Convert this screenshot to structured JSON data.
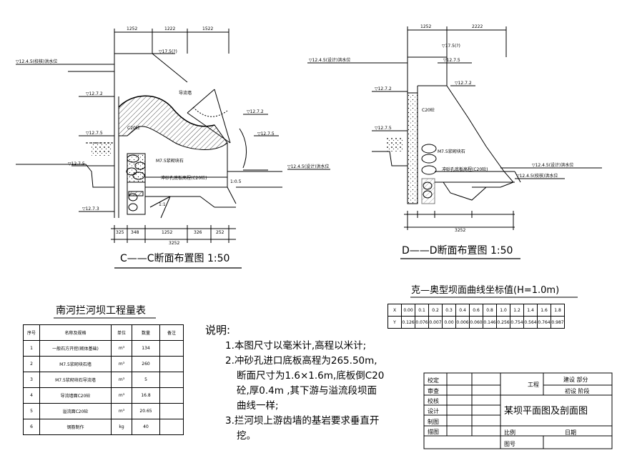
{
  "section_cc": {
    "title": "C——C断面布置图 1:50",
    "dims_top": [
      "1252",
      "1222",
      "1522"
    ],
    "dims_bottom": [
      "325",
      "348",
      "1252",
      "326",
      "252"
    ],
    "dim_total": "3252",
    "labels": {
      "elev_left_top": "▽12.4.5(校核)洪水位",
      "elev_top": "▽17.5(?)",
      "elev_a": "▽12.7.2",
      "elev_b": "▽12.7.5",
      "elev_c": "▽12.7.5",
      "elev_d": "▽12.7.2",
      "elev_e": "▽12.7.5",
      "elev_right": "▽12.4.5(设计)洪水位",
      "elev_bottom": "▽12.7.3",
      "c20": "C20砼",
      "arc": "导流墙",
      "m75": "M7.5浆砌块石",
      "sand": "冲砂孔底板高程(C20砼)",
      "slope1": "1:1",
      "slope2": "1:0.5"
    }
  },
  "section_dd": {
    "title": "D——D断面布置图 1:50",
    "dims_top": [
      "1252",
      "2222"
    ],
    "dim_total": "3252",
    "labels": {
      "elev_left_top": "▽12.4.5(设计)洪水位",
      "elev_top": "▽17.5(?)",
      "elev_a": "▽12.7.2",
      "elev_b": "▽12.7.5",
      "elev_c": "▽12.7.5",
      "elev_d": "▽12.7.2",
      "elev_right": "▽12.4.5(设计)洪水位",
      "elev_right2": "▽12.4.5(校核)洪水位",
      "c20": "C20砼",
      "m75": "M7.5浆砌块石",
      "sand": "冲砂孔底板高程(C20砼)"
    }
  },
  "coord_table": {
    "title": "克—奥型坝面曲线坐标值(H=1.0m)",
    "x_label": "X",
    "y_label": "Y",
    "x": [
      "0.00",
      "0.1",
      "0.2",
      "0.3",
      "0.4",
      "0.6",
      "0.8",
      "1.0",
      "1.2",
      "1.4",
      "1.6",
      "1.8"
    ],
    "y": [
      "0.126",
      "0.076",
      "0.007",
      "0.00",
      "0.006",
      "0.060",
      "0.146",
      "0.256",
      "0.754",
      "0.564",
      "0.764",
      "0.987"
    ]
  },
  "quantity_table": {
    "title": "南河拦河坝工程量表",
    "headers": [
      "序号",
      "名称及规格",
      "单位",
      "数量",
      "备注"
    ],
    "rows": [
      [
        "1",
        "一般石方开挖(砌体基础)",
        "m³",
        "134",
        ""
      ],
      [
        "2",
        "M7.5浆砌块石墙",
        "m³",
        "260",
        ""
      ],
      [
        "3",
        "M7.5浆砌块石导流墙",
        "m³",
        "5",
        ""
      ],
      [
        "4",
        "导流墙面C20砼",
        "m³",
        "16.8",
        ""
      ],
      [
        "5",
        "溢流面C20砼",
        "m³",
        "20.65",
        ""
      ],
      [
        "6",
        "钢筋制作",
        "kg",
        "40",
        ""
      ]
    ]
  },
  "notes": {
    "heading": "说明:",
    "items": [
      "1.本图尺寸以毫米计,高程以米计;",
      "2.冲砂孔进口底板高程为265.50m,",
      "断面尺寸为1.6×1.6m,底板倒C20",
      "砼,厚0.4m ,其下游与溢流段坝面",
      "曲线一样;",
      "3.拦河坝上游齿墙的基岩要求垂直开",
      "挖。"
    ]
  },
  "title_block": {
    "rows_left": [
      "校定",
      "审查",
      "校核",
      "设计",
      "制图",
      "描图"
    ],
    "project": "工程",
    "part": "建设 部分",
    "stage": "初设 阶段",
    "drawing_title": "某坝平面图及剖面图",
    "scale": "比例",
    "date": "日期",
    "number": "图号"
  }
}
